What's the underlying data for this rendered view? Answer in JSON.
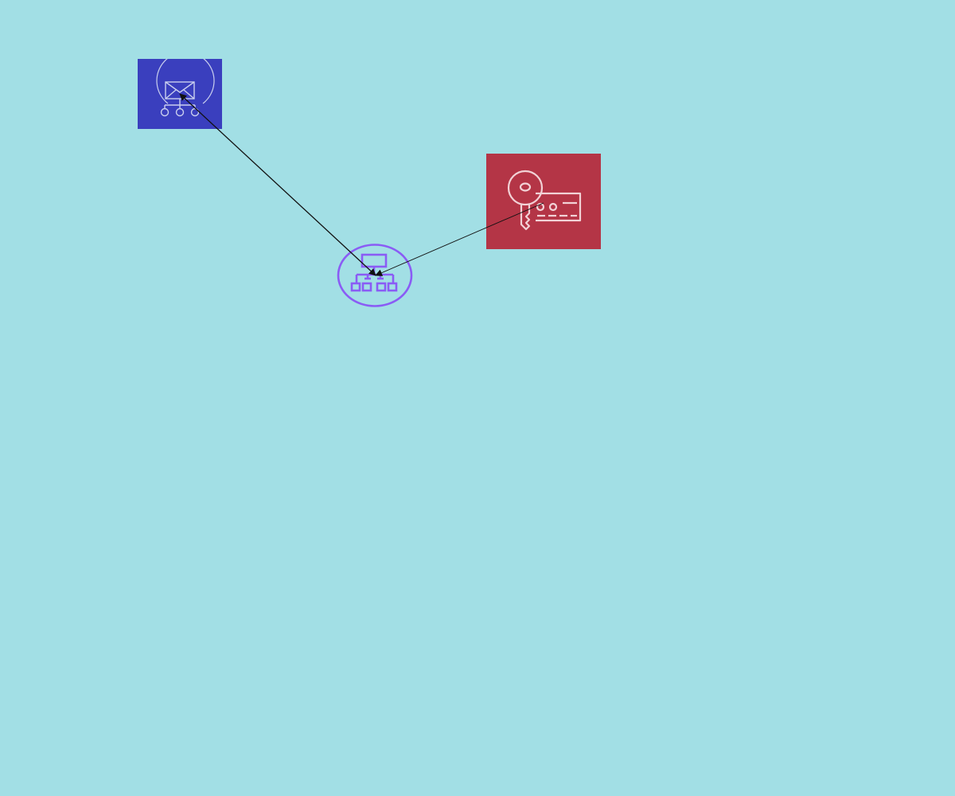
{
  "canvas": {
    "background": "#a2dfe5"
  },
  "nodes": [
    {
      "id": "messaging",
      "icon": "notification-topic-icon",
      "fill": "#3a3fbe",
      "stroke": "#c9cfee"
    },
    {
      "id": "secrets",
      "icon": "key-card-icon",
      "fill": "#b43546",
      "stroke": "#f2d2d6"
    },
    {
      "id": "hierarchy",
      "icon": "organization-hierarchy-icon",
      "fill": "none",
      "stroke": "#8a5cf5"
    }
  ],
  "edges": [
    {
      "from": "hierarchy",
      "to": "messaging",
      "color": "#111111",
      "arrow_at": "both"
    },
    {
      "from": "secrets",
      "to": "hierarchy",
      "color": "#111111",
      "arrow_at": "to"
    }
  ]
}
